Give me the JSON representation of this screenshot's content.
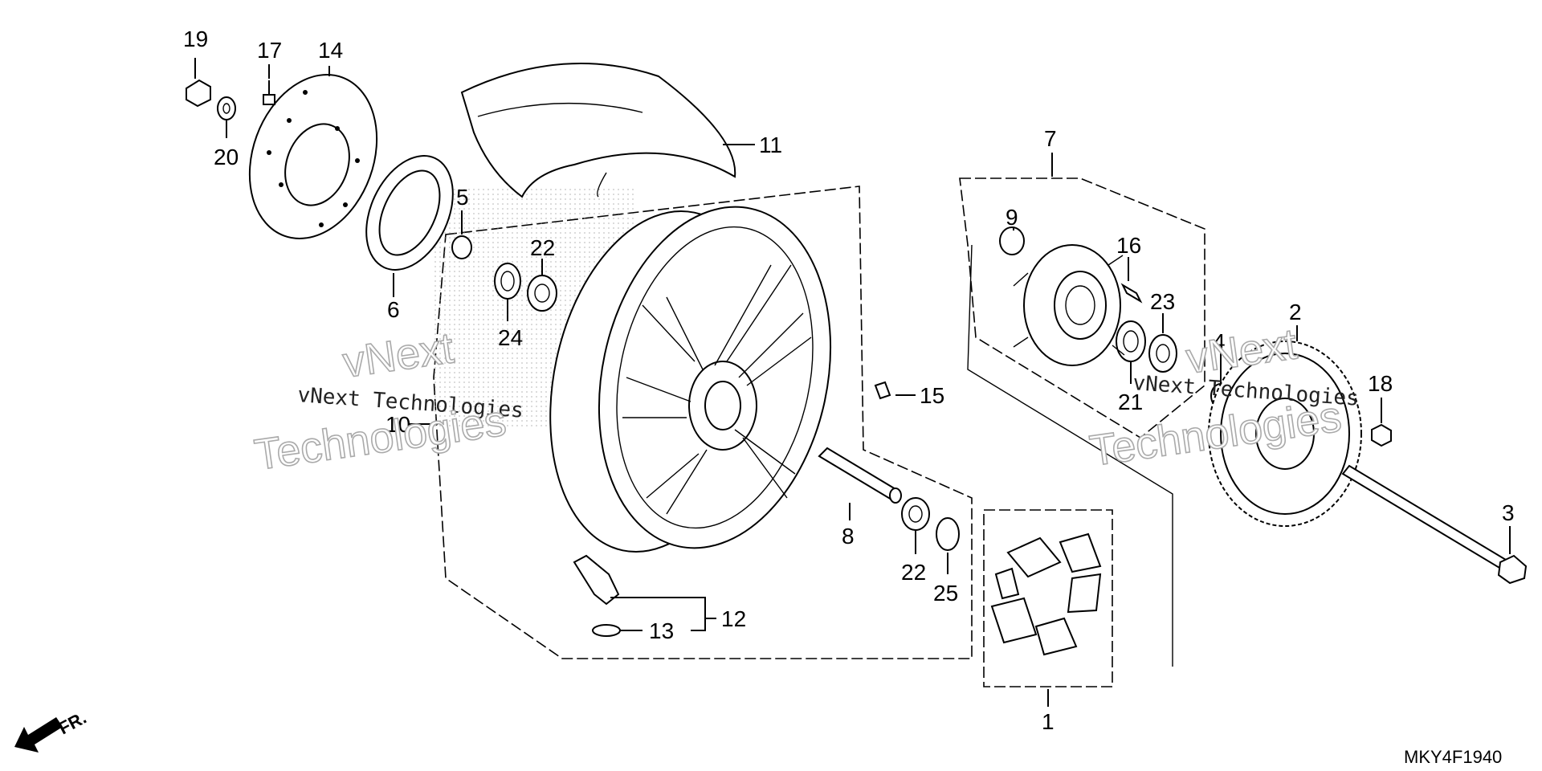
{
  "diagram": {
    "labels": {
      "p1": "1",
      "p2": "2",
      "p3": "3",
      "p4": "4",
      "p5": "5",
      "p6": "6",
      "p7": "7",
      "p8": "8",
      "p9": "9",
      "p10": "10",
      "p11": "11",
      "p12": "12",
      "p13": "13",
      "p14": "14",
      "p15": "15",
      "p16": "16",
      "p17": "17",
      "p18": "18",
      "p19": "19",
      "p20": "20",
      "p21": "21",
      "p22a": "22",
      "p22b": "22",
      "p23": "23",
      "p24": "24",
      "p25": "25"
    },
    "watermark": {
      "line1": "vNext",
      "line2": "Technologies",
      "inline": "vNext Technologies"
    },
    "direction": {
      "label": "FR."
    },
    "figure_code": "MKY4F1940"
  },
  "icons": {
    "direction_arrow": "arrow-down-left-icon"
  }
}
